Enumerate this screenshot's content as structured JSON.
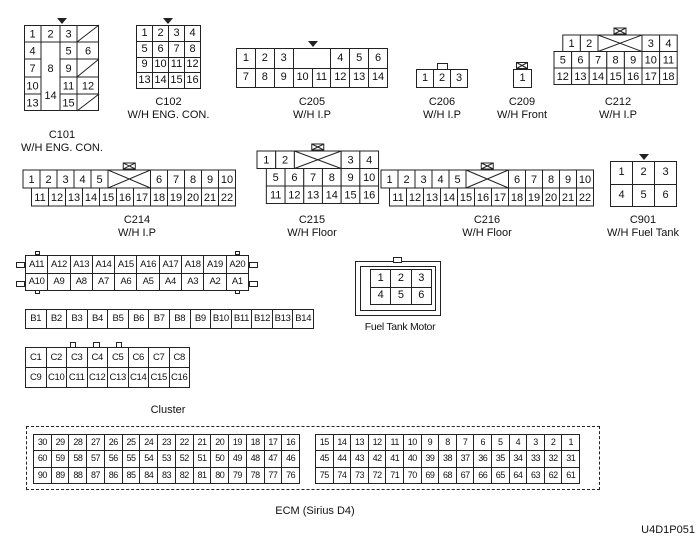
{
  "connectors": {
    "c101": {
      "name": "C101",
      "desc": "W/H ENG. CON."
    },
    "c102": {
      "name": "C102",
      "desc": "W/H ENG. CON."
    },
    "c205": {
      "name": "C205",
      "desc": "W/H I.P"
    },
    "c206": {
      "name": "C206",
      "desc": "W/H I.P"
    },
    "c209": {
      "name": "C209",
      "desc": "W/H Front"
    },
    "c212": {
      "name": "C212",
      "desc": "W/H I.P"
    },
    "c214": {
      "name": "C214",
      "desc": "W/H I.P"
    },
    "c215": {
      "name": "C215",
      "desc": "W/H Floor"
    },
    "c216": {
      "name": "C216",
      "desc": "W/H Floor"
    },
    "c901": {
      "name": "C901",
      "desc": "W/H Fuel Tank"
    },
    "fuel_tank_motor": {
      "name": "Fuel Tank Motor"
    },
    "cluster": {
      "name": "Cluster"
    },
    "ecm": {
      "name": "ECM (Sirius D4)"
    }
  },
  "pins": {
    "c102": [
      "1",
      "2",
      "3",
      "4",
      "5",
      "6",
      "7",
      "8",
      "9",
      "10",
      "11",
      "12",
      "13",
      "14",
      "15",
      "16"
    ],
    "c205": [
      [
        "1",
        "2",
        "3",
        "",
        "4",
        "5",
        "6"
      ],
      [
        "7",
        "8",
        "9",
        "10",
        "11",
        "12",
        "13",
        "14"
      ]
    ],
    "c206": [
      "1",
      "2",
      "3"
    ],
    "c209": [
      "1"
    ],
    "c212": [
      [
        "1",
        "2",
        "",
        "3",
        "4"
      ],
      [
        "5",
        "6",
        "7",
        "8",
        "9",
        "10",
        "11"
      ],
      [
        "12",
        "13",
        "14",
        "15",
        "16",
        "17",
        "18"
      ]
    ],
    "c214": [
      [
        "1",
        "2",
        "3",
        "4",
        "5",
        "",
        "6",
        "7",
        "8",
        "9",
        "10"
      ],
      [
        "11",
        "12",
        "13",
        "14",
        "15",
        "16",
        "17",
        "18",
        "19",
        "20",
        "21",
        "22"
      ]
    ],
    "c215": [
      [
        "1",
        "2",
        "",
        "3",
        "4"
      ],
      [
        "5",
        "6",
        "7",
        "8",
        "9",
        "10"
      ],
      [
        "11",
        "12",
        "13",
        "14",
        "15",
        "16"
      ]
    ],
    "c216": [
      [
        "1",
        "2",
        "3",
        "4",
        "5",
        "",
        "6",
        "7",
        "8",
        "9",
        "10"
      ],
      [
        "11",
        "12",
        "13",
        "14",
        "15",
        "16",
        "17",
        "18",
        "19",
        "20",
        "21",
        "22"
      ]
    ],
    "c901": [
      [
        "1",
        "2",
        "3"
      ],
      [
        "4",
        "5",
        "6"
      ]
    ],
    "fuel_tank_motor": [
      [
        "1",
        "2",
        "3"
      ],
      [
        "4",
        "5",
        "6"
      ]
    ],
    "a_block": [
      [
        "A11",
        "A12",
        "A13",
        "A14",
        "A15",
        "A16",
        "A17",
        "A18",
        "A19",
        "A20"
      ],
      [
        "A10",
        "A9",
        "A8",
        "A7",
        "A6",
        "A5",
        "A4",
        "A3",
        "A2",
        "A1"
      ]
    ],
    "b_block": [
      "B1",
      "B2",
      "B3",
      "B4",
      "B5",
      "B6",
      "B7",
      "B8",
      "B9",
      "B10",
      "B11",
      "B12",
      "B13",
      "B14"
    ],
    "cluster": [
      [
        "C1",
        "C2",
        "C3",
        "C4",
        "C5",
        "C6",
        "C7",
        "C8"
      ],
      [
        "C9",
        "C10",
        "C11",
        "C12",
        "C13",
        "C14",
        "C15",
        "C16"
      ]
    ],
    "ecm_left": [
      [
        "30",
        "29",
        "28",
        "27",
        "26",
        "25",
        "24",
        "23",
        "22",
        "21",
        "20",
        "19",
        "18",
        "17",
        "16"
      ],
      [
        "60",
        "59",
        "58",
        "57",
        "56",
        "55",
        "54",
        "53",
        "52",
        "51",
        "50",
        "49",
        "48",
        "47",
        "46"
      ],
      [
        "90",
        "89",
        "88",
        "87",
        "86",
        "85",
        "84",
        "83",
        "82",
        "81",
        "80",
        "79",
        "78",
        "77",
        "76"
      ]
    ],
    "ecm_right": [
      [
        "15",
        "14",
        "13",
        "12",
        "11",
        "10",
        "9",
        "8",
        "7",
        "6",
        "5",
        "4",
        "3",
        "2",
        "1"
      ],
      [
        "45",
        "44",
        "43",
        "42",
        "41",
        "40",
        "39",
        "38",
        "37",
        "36",
        "35",
        "34",
        "33",
        "32",
        "31"
      ],
      [
        "75",
        "74",
        "73",
        "72",
        "71",
        "70",
        "69",
        "68",
        "67",
        "66",
        "65",
        "64",
        "63",
        "62",
        "61"
      ]
    ]
  },
  "c101_pins": [
    "1",
    "2",
    "3",
    "4",
    "5",
    "6",
    "7",
    "8",
    "9",
    "10",
    "11",
    "12",
    "13",
    "14",
    "15"
  ],
  "figure_id": "U4D1P051"
}
